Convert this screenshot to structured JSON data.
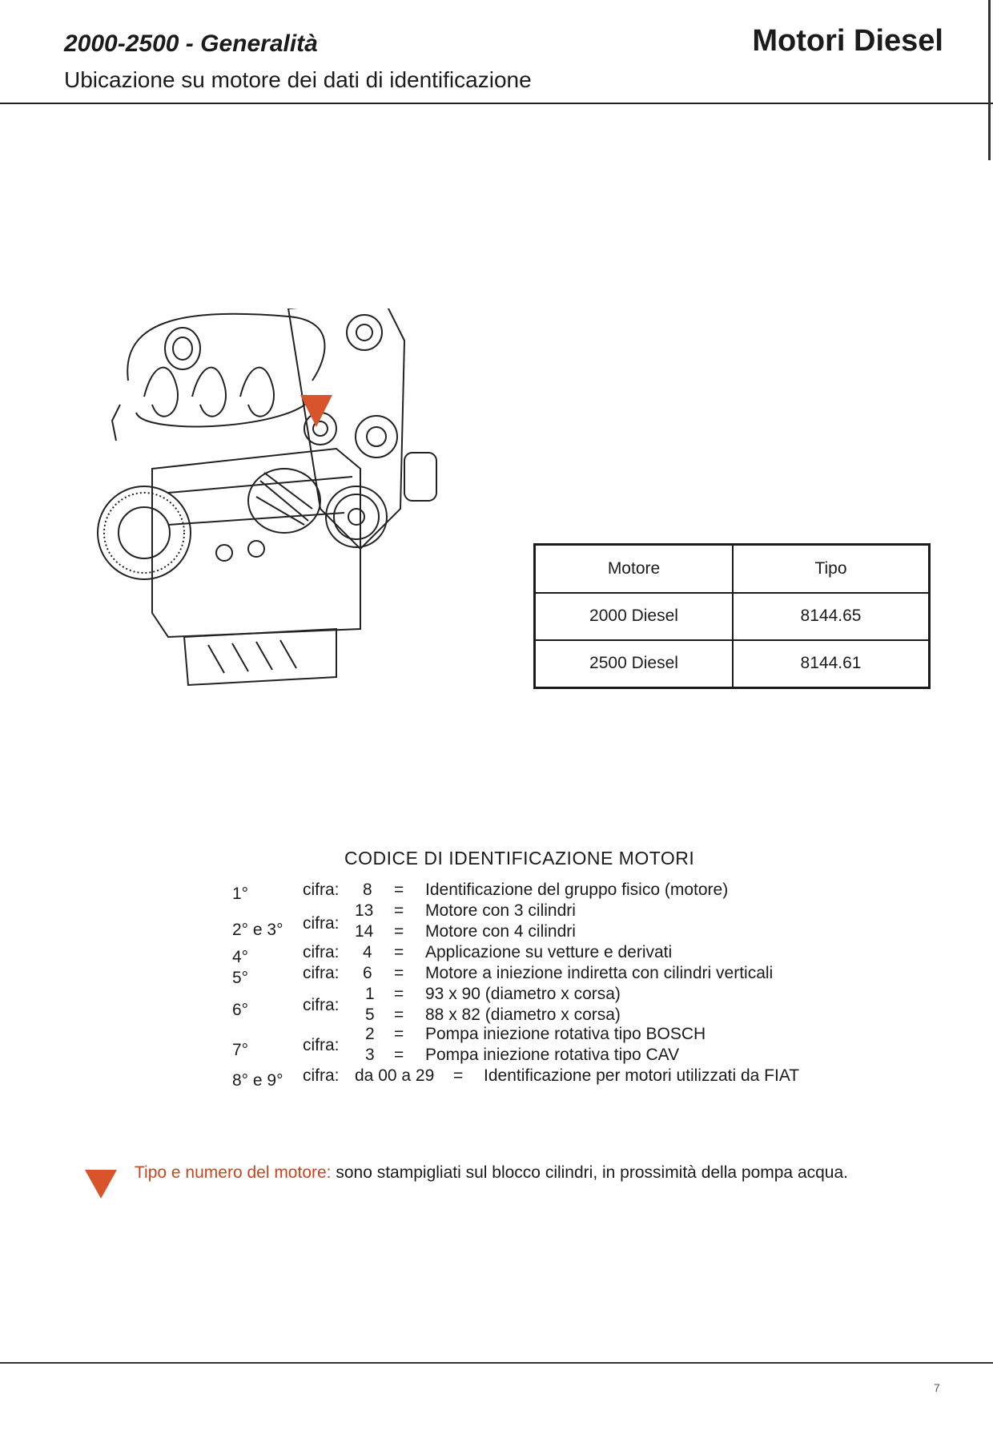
{
  "header": {
    "section": "2000-2500 - Generalità",
    "title": "Ubicazione su motore dei dati di identificazione",
    "brand": "Motori Diesel"
  },
  "engine_table": {
    "headers": [
      "Motore",
      "Tipo"
    ],
    "rows": [
      [
        "2000  Diesel",
        "8144.65"
      ],
      [
        "2500  Diesel",
        "8144.61"
      ]
    ]
  },
  "codice": {
    "title": "CODICE DI IDENTIFICAZIONE MOTORI",
    "cifra_word": "cifra:",
    "equals": "=",
    "rows": [
      {
        "pos": "1°",
        "value": "8",
        "desc": "Identificazione del gruppo fisico (motore)"
      },
      {
        "pos": "2° e 3°",
        "value": "13",
        "desc": "Motore con 3 cilindri"
      },
      {
        "pos": "",
        "value": "14",
        "desc": "Motore con 4 cilindri"
      },
      {
        "pos": "4°",
        "value": "4",
        "desc": "Applicazione su vetture e derivati"
      },
      {
        "pos": "5°",
        "value": "6",
        "desc": "Motore a iniezione indiretta con cilindri verticali"
      },
      {
        "pos": "6°",
        "value": "1",
        "desc": "93 x 90 (diametro x corsa)"
      },
      {
        "pos": "",
        "value": "5",
        "desc": "88 x 82 (diametro x corsa)"
      },
      {
        "pos": "7°",
        "value": "2",
        "desc": "Pompa iniezione rotativa tipo BOSCH"
      },
      {
        "pos": "",
        "value": "3",
        "desc": "Pompa iniezione rotativa tipo CAV"
      },
      {
        "pos": "8° e 9°",
        "value": "da 00 a 29",
        "desc": "Identificazione per motori utilizzati da FIAT"
      }
    ]
  },
  "note": {
    "label": "Tipo e numero del motore:",
    "text": " sono stampigliati sul blocco cilindri, in prossimità della pompa acqua."
  },
  "page_number": "7",
  "colors": {
    "accent": "#d8542a",
    "ink": "#1b1b1b"
  }
}
